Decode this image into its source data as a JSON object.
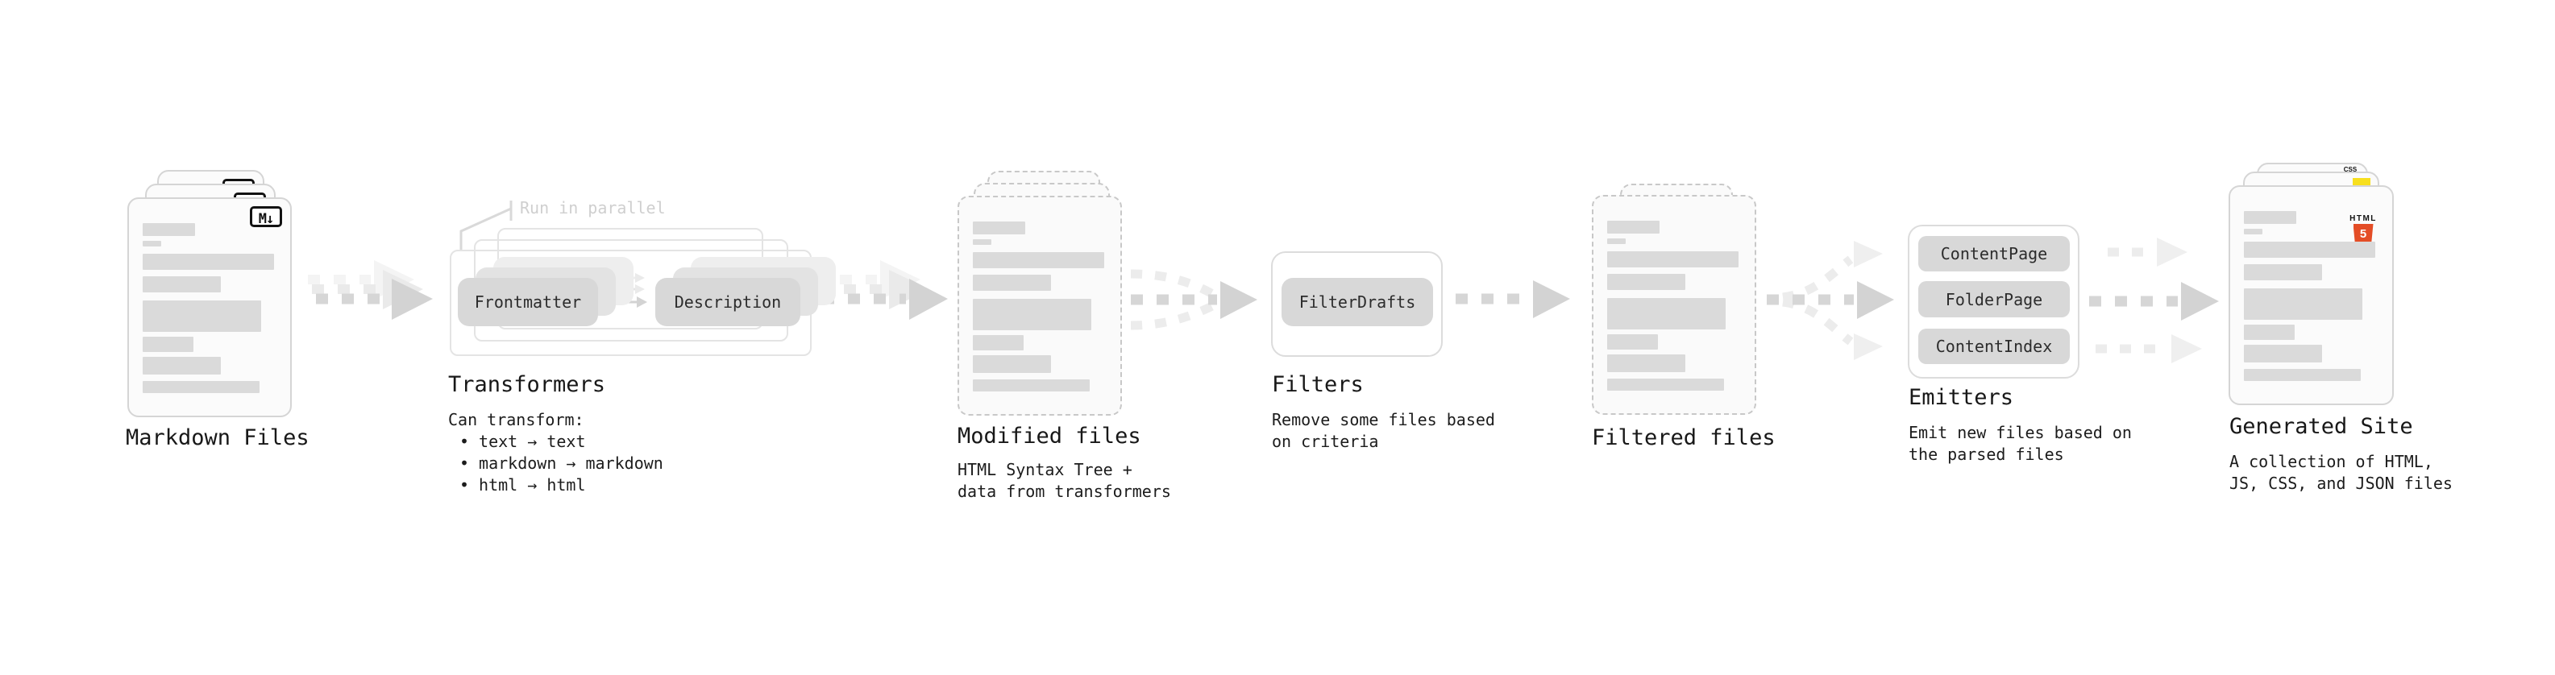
{
  "stages": {
    "markdown_files": {
      "title": "Markdown Files",
      "file_icon_text": "M↓"
    },
    "transformers": {
      "title": "Transformers",
      "annotation": "Run in parallel",
      "input_box": "Frontmatter",
      "output_box": "Description",
      "note_heading": "Can transform:",
      "note_bullets": [
        "text → text",
        "markdown → markdown",
        "html → html"
      ]
    },
    "modified_files": {
      "title": "Modified files",
      "subtitle_lines": [
        "HTML Syntax Tree +",
        "data from transformers"
      ]
    },
    "filters": {
      "title": "Filters",
      "box": "FilterDrafts",
      "subtitle_lines": [
        "Remove some files based",
        "on criteria"
      ]
    },
    "filtered_files": {
      "title": "Filtered files"
    },
    "emitters": {
      "title": "Emitters",
      "boxes": [
        "ContentPage",
        "FolderPage",
        "ContentIndex"
      ],
      "subtitle_lines": [
        "Emit new files based on",
        "the parsed files"
      ]
    },
    "generated_site": {
      "title": "Generated Site",
      "subtitle_lines": [
        "A collection of HTML,",
        "JS, CSS, and JSON files"
      ],
      "html5_badge_word": "HTML",
      "html5_badge_number": "5",
      "css_badge_text": "CSS"
    }
  },
  "colors": {
    "card_background": "#fbfbfb",
    "card_border": "#d5d5d5",
    "dashed_border": "#c8c8c8",
    "placeholder_bar": "#dadada",
    "box_fill": "#d8d8d8",
    "arrow": "#d6d6d6",
    "arrow_faint": "#ececec",
    "annotation_text": "#cfcfcf",
    "title_text": "#181818",
    "html5_orange": "#e44d26",
    "js_yellow": "#f7df1e",
    "css_blue": "#2e6ce8"
  }
}
